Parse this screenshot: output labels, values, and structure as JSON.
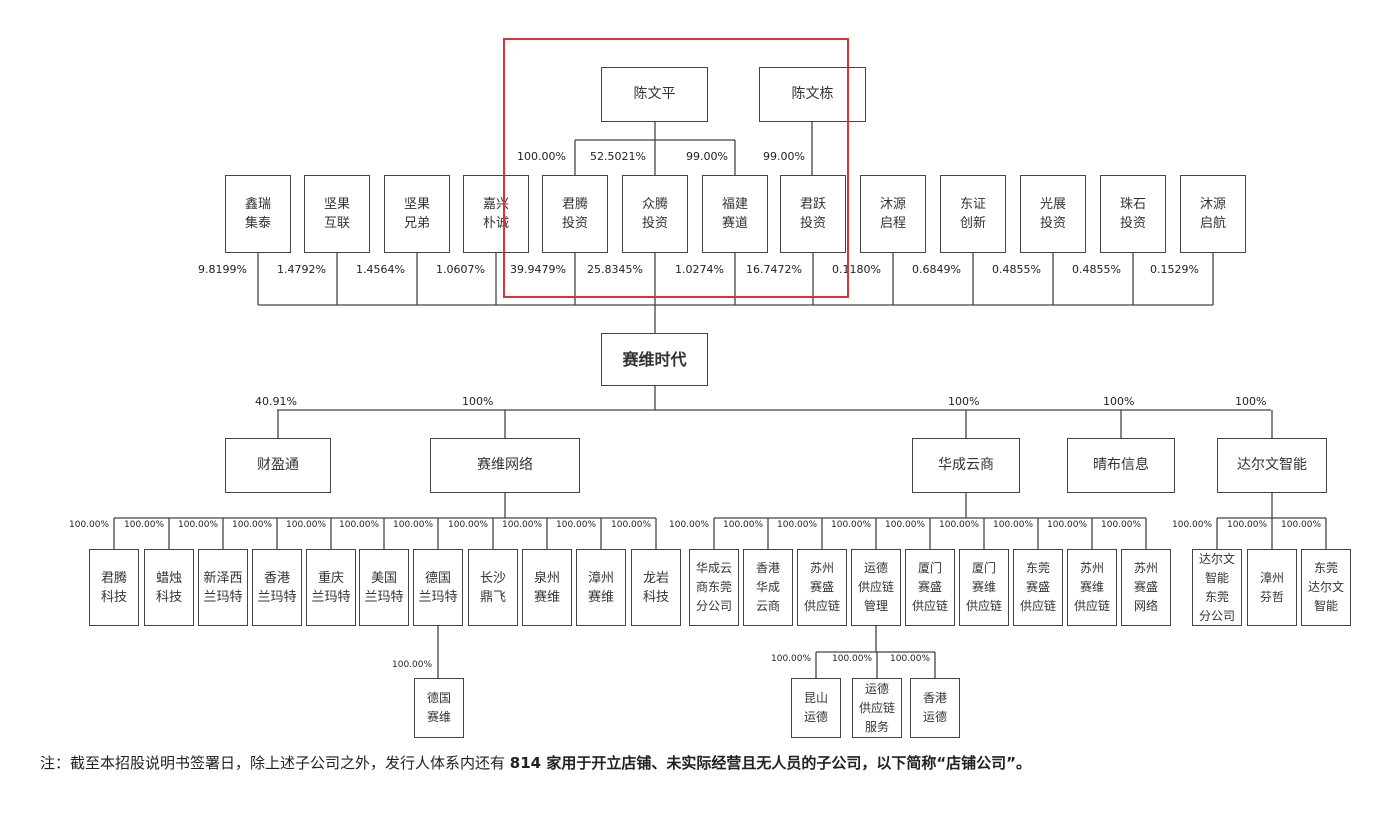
{
  "shareholders": [
    {
      "id": "s1",
      "name": "陈文平",
      "pct": ""
    },
    {
      "id": "s2",
      "name": "陈文栋",
      "pct": ""
    }
  ],
  "holders": [
    {
      "id": "h1",
      "name": "鑫瑞\n集泰",
      "pct": "9.8199%"
    },
    {
      "id": "h2",
      "name": "坚果\n互联",
      "pct": "1.4792%"
    },
    {
      "id": "h3",
      "name": "坚果\n兄弟",
      "pct": "1.4564%"
    },
    {
      "id": "h4",
      "name": "嘉兴\n朴诚",
      "pct": "1.0607%"
    },
    {
      "id": "h5",
      "name": "君腾\n投资",
      "pct": "39.9479%",
      "top_pct": "100.00%"
    },
    {
      "id": "h6",
      "name": "众腾\n投资",
      "pct": "25.8345%",
      "top_pct": "52.5021%"
    },
    {
      "id": "h7",
      "name": "福建\n赛道",
      "pct": "1.0274%",
      "top_pct": "99.00%"
    },
    {
      "id": "h8",
      "name": "君跃\n投资",
      "pct": "16.7472%",
      "top_pct": "99.00%"
    },
    {
      "id": "h9",
      "name": "沐源\n启程",
      "pct": "0.1180%"
    },
    {
      "id": "h10",
      "name": "东证\n创新",
      "pct": "0.6849%"
    },
    {
      "id": "h11",
      "name": "光展\n投资",
      "pct": "0.4855%"
    },
    {
      "id": "h12",
      "name": "珠石\n投资",
      "pct": "0.4855%"
    },
    {
      "id": "h13",
      "name": "沐源\n启航",
      "pct": "0.1529%"
    }
  ],
  "center": {
    "name": "赛维时代"
  },
  "level2": [
    {
      "id": "m1",
      "name": "财盈通",
      "pct": "40.91%"
    },
    {
      "id": "m2",
      "name": "赛维网络",
      "pct": "100%"
    },
    {
      "id": "m3",
      "name": "华成云商",
      "pct": "100%"
    },
    {
      "id": "m4",
      "name": "晴布信息",
      "pct": "100%"
    },
    {
      "id": "m5",
      "name": "达尔文智能",
      "pct": "100%"
    }
  ],
  "subs_m2": [
    {
      "name": "君腾\n科技",
      "pct": "100.00%"
    },
    {
      "name": "蜡烛\n科技",
      "pct": "100.00%"
    },
    {
      "name": "新泽西\n兰玛特",
      "pct": "100.00%"
    },
    {
      "name": "香港\n兰玛特",
      "pct": "100.00%"
    },
    {
      "name": "重庆\n兰玛特",
      "pct": "100.00%"
    },
    {
      "name": "美国\n兰玛特",
      "pct": "100.00%"
    },
    {
      "name": "德国\n兰玛特",
      "pct": "100.00%"
    },
    {
      "name": "长沙\n鼎飞",
      "pct": "100.00%"
    },
    {
      "name": "泉州\n赛维",
      "pct": "100.00%"
    },
    {
      "name": "漳州\n赛维",
      "pct": "100.00%"
    },
    {
      "name": "龙岩\n科技",
      "pct": "100.00%"
    }
  ],
  "subs_m3": [
    {
      "name": "华成云\n商东莞\n分公司",
      "pct": "100.00%"
    },
    {
      "name": "香港\n华成\n云商",
      "pct": "100.00%"
    },
    {
      "name": "苏州\n赛盛\n供应链",
      "pct": "100.00%"
    },
    {
      "name": "运德\n供应链\n管理",
      "pct": "100.00%"
    },
    {
      "name": "厦门\n赛盛\n供应链",
      "pct": "100.00%"
    },
    {
      "name": "厦门\n赛维\n供应链",
      "pct": "100.00%"
    },
    {
      "name": "东莞\n赛盛\n供应链",
      "pct": "100.00%"
    },
    {
      "name": "苏州\n赛维\n供应链",
      "pct": "100.00%"
    },
    {
      "name": "苏州\n赛盛\n网络",
      "pct": "100.00%"
    }
  ],
  "subs_m5": [
    {
      "name": "达尔文\n智能\n东莞\n分公司",
      "pct": "100.00%"
    },
    {
      "name": "漳州\n芬哲",
      "pct": "100.00%"
    },
    {
      "name": "东莞\n达尔文\n智能",
      "pct": "100.00%"
    }
  ],
  "sub_german": {
    "name": "德国\n赛维",
    "pct": "100.00%"
  },
  "subs_yunde": [
    {
      "name": "昆山\n运德",
      "pct": "100.00%"
    },
    {
      "name": "运德\n供应链\n服务",
      "pct": "100.00%"
    },
    {
      "name": "香港\n运德",
      "pct": "100.00%"
    }
  ],
  "note": {
    "prefix": "注：截至本招股说明书签署日，除上述子公司之外，发行人体系内还有 ",
    "bold": "814 家用于开立店铺、未实际经营且无人员的子公司，以下简称“店铺公司”。"
  },
  "colors": {
    "line": "#444444",
    "highlight": "#e03030"
  }
}
